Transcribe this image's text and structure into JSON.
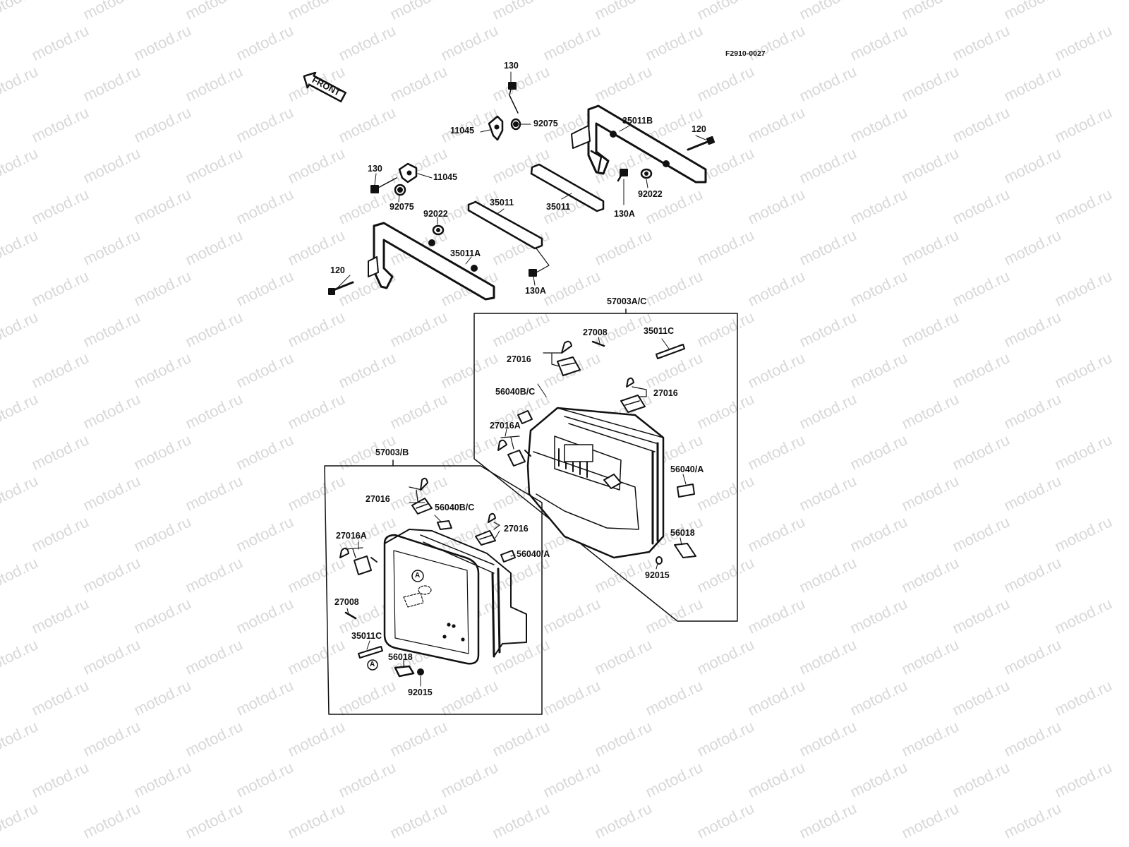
{
  "diagram": {
    "ref_code": "F2910-0027",
    "front_label": "FRONT",
    "watermark_text": "motod.ru",
    "colors": {
      "line": "#111111",
      "watermark": "#b9b9b9",
      "background": "#ffffff"
    }
  },
  "groups": {
    "right_case_label": "57003A/C",
    "left_case_label": "57003/B"
  },
  "labels": {
    "l130_top": "130",
    "l11045_top": "11045",
    "l92075_top": "92075",
    "l35011B": "35011B",
    "l120_right": "120",
    "l130_left": "130",
    "l11045_left": "11045",
    "l92075_left": "92075",
    "l92022_right": "92022",
    "l35011_right": "35011",
    "l130A_right": "130A",
    "l92022_left": "92022",
    "l35011_left": "35011",
    "l35011A": "35011A",
    "l120_left": "120",
    "l130A_left": "130A",
    "r27008": "27008",
    "r35011C": "35011C",
    "r27016_a": "27016",
    "r27016_b": "27016",
    "r56040BC": "56040B/C",
    "r27016A": "27016A",
    "r56040A": "56040/A",
    "r56018": "56018",
    "r92015": "92015",
    "b27016_a": "27016",
    "b56040BC": "56040B/C",
    "b27016_b": "27016",
    "b27016A": "27016A",
    "b56040A": "56040/A",
    "b27008": "27008",
    "b35011C": "35011C",
    "b56018": "56018",
    "b92015": "92015"
  },
  "markers": {
    "circle_a": "A"
  }
}
